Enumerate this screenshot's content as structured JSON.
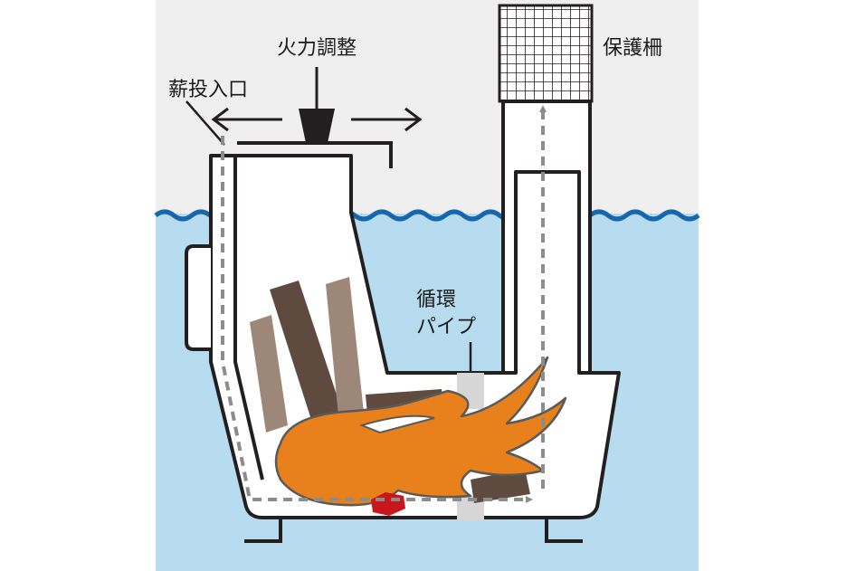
{
  "labels": {
    "fire_control": "火力調整",
    "wood_inlet": "薪投入口",
    "guard_fence": "保護柵",
    "circulation_pipe_line1": "循環",
    "circulation_pipe_line2": "パイプ"
  },
  "colors": {
    "air": "#efefef",
    "water": "#b8dcef",
    "wave": "#1767ae",
    "outline": "#231f20",
    "stove_fill": "#ffffff",
    "flame": "#e8801c",
    "ember": "#c8161d",
    "arrow": "#8c8c8c",
    "pipe_band": "#d6d6d6",
    "wood_dark": "#5e4a3f",
    "wood_mid": "#7a6557",
    "wood_light": "#9c8778"
  }
}
